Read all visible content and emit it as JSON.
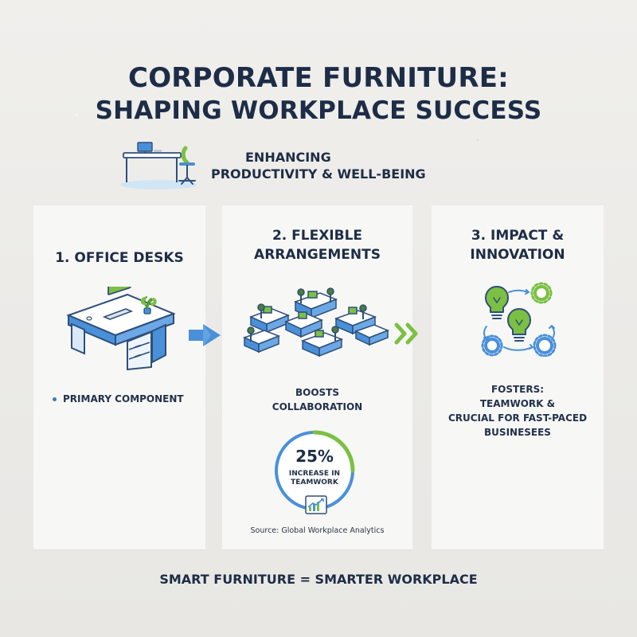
{
  "title": {
    "line1": "CORPORATE FURNITURE:",
    "line2": "SHAPING WORKPLACE SUCCESS"
  },
  "subtitle": {
    "line1": "ENHANCING",
    "line2": "PRODUCTIVITY & WELL-BEING"
  },
  "cards": [
    {
      "heading": "1. OFFICE DESKS",
      "bullet": "PRIMARY COMPONENT",
      "icon": "office-desk-icon"
    },
    {
      "heading_line1": "2. FLEXIBLE",
      "heading_line2": "ARRANGEMENTS",
      "body_line1": "BOOSTS",
      "body_line2": "COLLABORATION",
      "stat_value": "25%",
      "stat_percent": 25,
      "stat_label_line1": "INCREASE IN",
      "stat_label_line2": "TEAMWORK",
      "source": "Source: Global Workplace Analytics",
      "icon": "flexible-workspace-icon"
    },
    {
      "heading_line1": "3. IMPACT &",
      "heading_line2": "INNOVATION",
      "body_line1": "FOSTERS:",
      "body_line2": "TEAMWORK &",
      "body_line3": "CRUCIAL FOR FAST-PACED",
      "body_line4": "BUSINESEES",
      "icon": "innovation-gears-icon"
    }
  ],
  "footer": "SMART FURNITURE = SMARTER WORKPLACE",
  "icons": {
    "hero": "workstation-icon",
    "arrow_1": "right-arrow-icon",
    "arrow_2": "double-chevron-icon",
    "chart": "growth-chart-icon"
  },
  "colors": {
    "title": "#1d2d47",
    "background": "#ecebe8",
    "card": "#f7f7f6",
    "accent_blue": "#4a90d9",
    "accent_green": "#7bc043"
  }
}
